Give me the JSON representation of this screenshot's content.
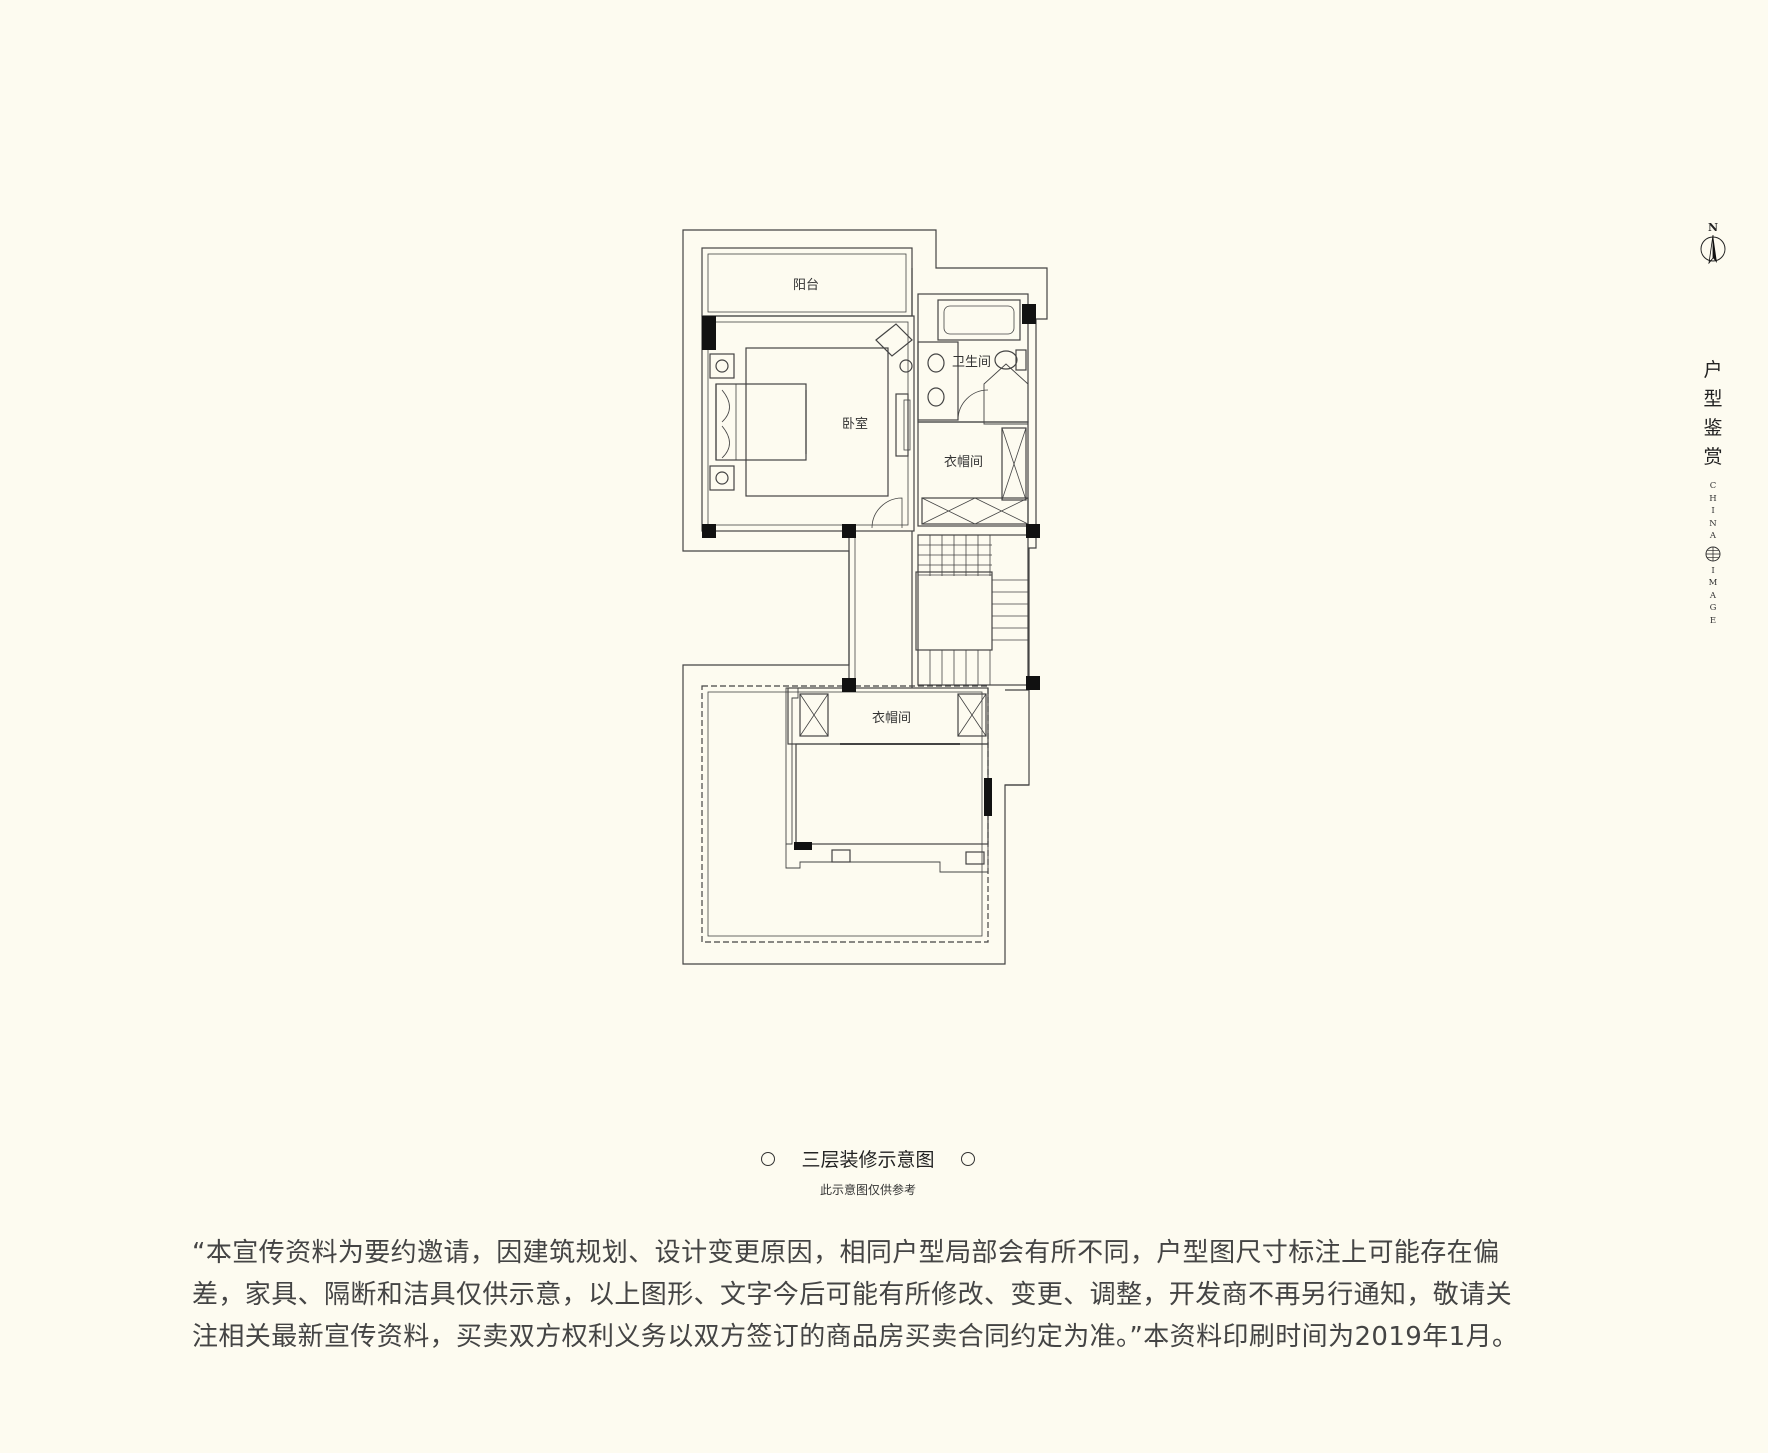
{
  "floor_plan": {
    "rooms": {
      "balcony": "阳台",
      "bathroom": "卫生间",
      "bedroom": "卧室",
      "closet_upper": "衣帽间",
      "closet_lower": "衣帽间"
    }
  },
  "side_brand": {
    "north": "N",
    "cn_chars": [
      "户",
      "型",
      "鉴",
      "赏"
    ],
    "en_top": [
      "C",
      "H",
      "I",
      "N",
      "A"
    ],
    "en_bottom": [
      "I",
      "M",
      "A",
      "G",
      "E"
    ]
  },
  "caption": {
    "title": "三层装修示意图",
    "subtitle": "此示意图仅供参考"
  },
  "disclaimer": "“本宣传资料为要约邀请，因建筑规划、设计变更原因，相同户型局部会有所不同，户型图尺寸标注上可能存在偏差，家具、隔断和洁具仅供示意，以上图形、文字今后可能有所修改、变更、调整，开发商不再另行通知，敬请关注相关最新宣传资料，买卖双方权利义务以双方签订的商品房买卖合同约定为准。”本资料印刷时间为2019年1月。",
  "colors": {
    "background": "#fdfbf0",
    "line": "#333333",
    "pillar": "#111111"
  }
}
